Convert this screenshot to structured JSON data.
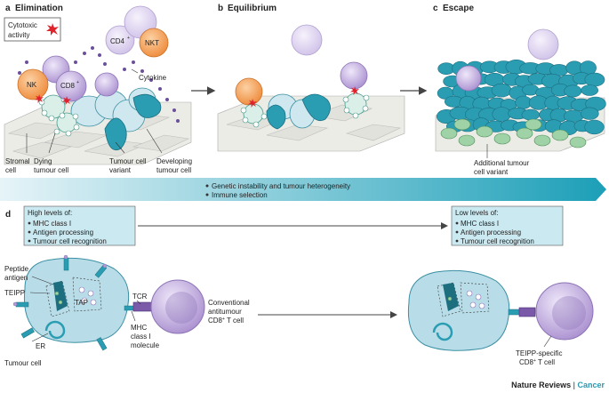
{
  "panels": {
    "a": {
      "letter": "a",
      "title": "Elimination"
    },
    "b": {
      "letter": "b",
      "title": "Equilibrium"
    },
    "c": {
      "letter": "c",
      "title": "Escape"
    },
    "d": {
      "letter": "d"
    }
  },
  "legend": {
    "line1": "Cytotoxic",
    "line2": "activity"
  },
  "cells": {
    "cd4": "CD4",
    "cd4_sup": "+",
    "nkt": "NKT",
    "nk": "NK",
    "cd8": "CD8",
    "cd8_sup": "+",
    "cytokine": "Cytokine"
  },
  "labels_a": {
    "stromal_1": "Stromal",
    "stromal_2": "cell",
    "dying_1": "Dying",
    "dying_2": "tumour cell",
    "variant_1": "Tumour cell",
    "variant_2": "variant",
    "developing_1": "Developing",
    "developing_2": "tumour cell"
  },
  "labels_c": {
    "additional_1": "Additional tumour",
    "additional_2": "cell variant"
  },
  "banner": {
    "line1": "Genetic instability and tumour heterogeneity",
    "line2": "Immune selection"
  },
  "box_left": {
    "title": "High levels of:",
    "items": [
      "MHC class I",
      "Antigen processing",
      "Tumour cell recognition"
    ]
  },
  "box_right": {
    "title": "Low levels of:",
    "items": [
      "MHC class I",
      "Antigen processing",
      "Tumour cell recognition"
    ]
  },
  "labels_d": {
    "peptide_1": "Peptide",
    "peptide_2": "antigen",
    "teipp": "TEIPP",
    "tap": "TAP",
    "er": "ER",
    "tumour_cell": "Tumour cell",
    "tcr": "TCR",
    "mhc_1": "MHC",
    "mhc_2": "class I",
    "mhc_3": "molecule",
    "conv_1": "Conventional",
    "conv_2": "antitumour",
    "conv_3": "CD8",
    "conv_sup": "+",
    "conv_4": " T cell",
    "teipp_spec_1": "TEIPP-specific",
    "teipp_spec_2": "CD8",
    "teipp_spec_sup": "+",
    "teipp_spec_3": " T cell"
  },
  "footer": {
    "journal": "Nature Reviews",
    "separator": " | ",
    "subject": "Cancer"
  },
  "colors": {
    "purple": "#a98fcf",
    "orange": "#f0953f",
    "teal": "#2a9db3",
    "tumour_light": "#cfe8ef",
    "tumour_mid": "#7fc6d7",
    "green": "#9fd2a6",
    "stroma": "#e4e4de",
    "red": "#e0232b",
    "banner_dark": "#1c9fb8",
    "box_fill": "#cbe9f1",
    "brand_teal": "#2a98b0"
  }
}
